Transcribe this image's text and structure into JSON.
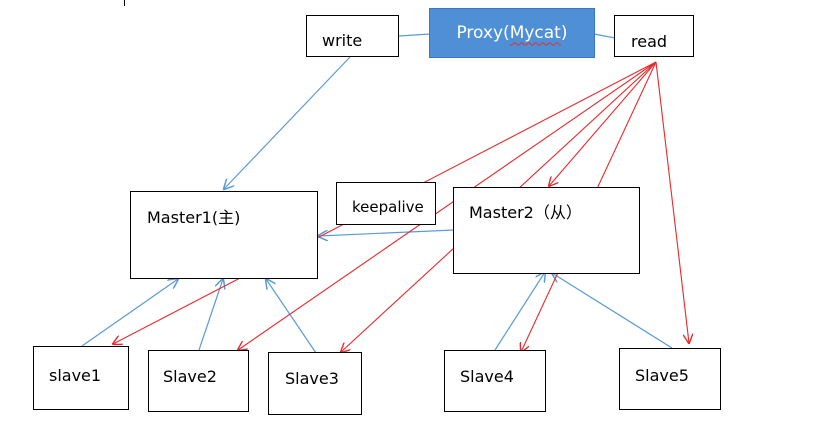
{
  "diagram": {
    "proxy": {
      "label_prefix": "Proxy(",
      "label_name": "Mycat",
      "label_suffix": ")",
      "fill": "#4f8fd6"
    },
    "write": {
      "label": "write"
    },
    "read": {
      "label": "read"
    },
    "keepalive": {
      "label": "keepalive"
    },
    "master1": {
      "label": "Master1(主)"
    },
    "master2": {
      "label": "Master2（从）"
    },
    "slaves": [
      "slave1",
      "Slave2",
      "Slave3",
      "Slave4",
      "Slave5"
    ],
    "colors": {
      "write_path": "#5b9bd5",
      "read_path": "#e8292c",
      "box_border": "#000000"
    }
  }
}
